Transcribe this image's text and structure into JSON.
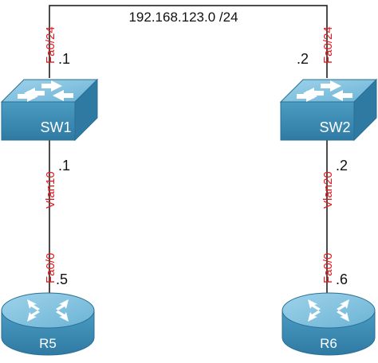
{
  "subnet_label": "192.168.123.0 /24",
  "colors": {
    "link": "#111111",
    "interface": "#e8191c",
    "text": "#111111",
    "device_fill_top": "#7fc0dc",
    "device_fill_side": "#3f8db3",
    "device_stroke": "#2a6f93"
  },
  "devices": [
    {
      "id": "SW1",
      "type": "switch",
      "label": "SW1",
      "icon": "switch-icon",
      "uplink": {
        "interface": "Fa0/24",
        "ip_suffix": ".1"
      },
      "downlink": {
        "interface": "Vlan10",
        "ip_suffix": ".1"
      }
    },
    {
      "id": "SW2",
      "type": "switch",
      "label": "SW2",
      "icon": "switch-icon",
      "uplink": {
        "interface": "Fa0/24",
        "ip_suffix": ".2"
      },
      "downlink": {
        "interface": "Vlan20",
        "ip_suffix": ".2"
      }
    },
    {
      "id": "R5",
      "type": "router",
      "label": "R5",
      "icon": "router-icon",
      "link": {
        "interface": "Fa0/0",
        "ip_suffix": ".5"
      }
    },
    {
      "id": "R6",
      "type": "router",
      "label": "R6",
      "icon": "router-icon",
      "link": {
        "interface": "Fa0/0",
        "ip_suffix": ".6"
      }
    }
  ]
}
